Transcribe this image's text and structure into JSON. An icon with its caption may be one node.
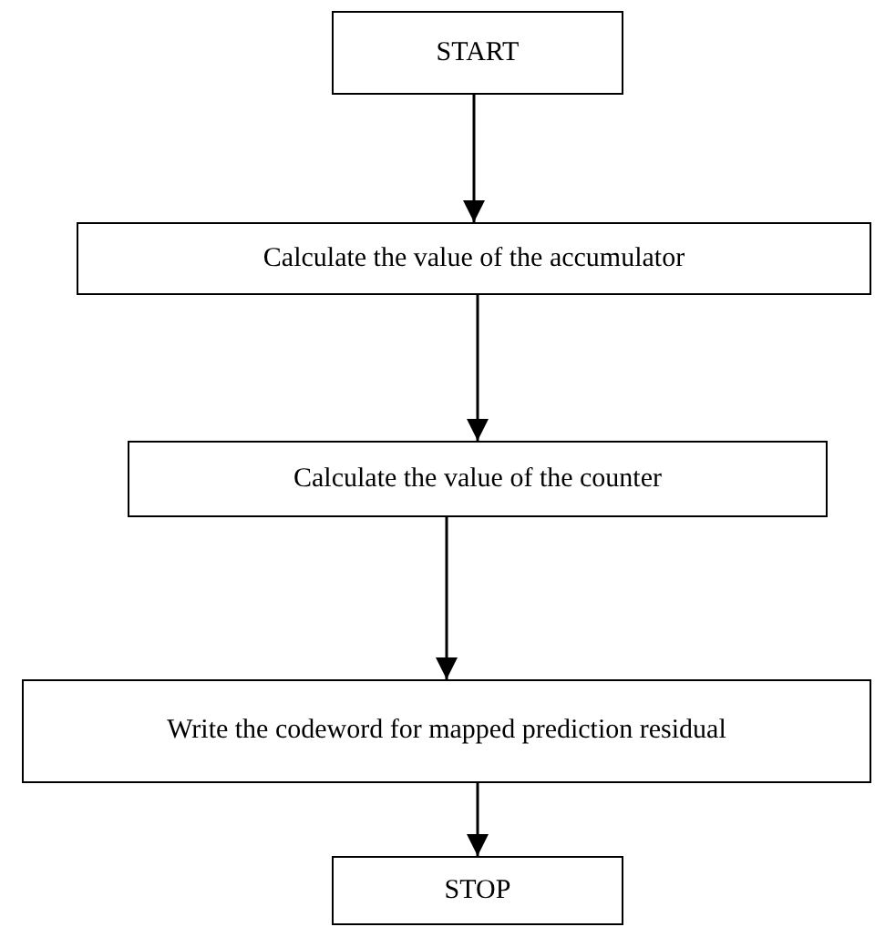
{
  "diagram": {
    "nodes": [
      {
        "text": [
          "START"
        ]
      },
      {
        "text": [
          "Calculate the value of the accumulator"
        ]
      },
      {
        "text": [
          "Calculate the value of the counter"
        ]
      },
      {
        "text": [
          "Write the codeword for mapped prediction residual"
        ]
      },
      {
        "text": [
          "STOP"
        ]
      }
    ],
    "edges": [
      {
        "from": 0,
        "to": 1,
        "arrow": "to"
      },
      {
        "from": 1,
        "to": 2,
        "arrow": "to"
      },
      {
        "from": 2,
        "to": 3,
        "arrow": "to"
      },
      {
        "from": 3,
        "to": 4,
        "arrow": "to"
      }
    ]
  }
}
